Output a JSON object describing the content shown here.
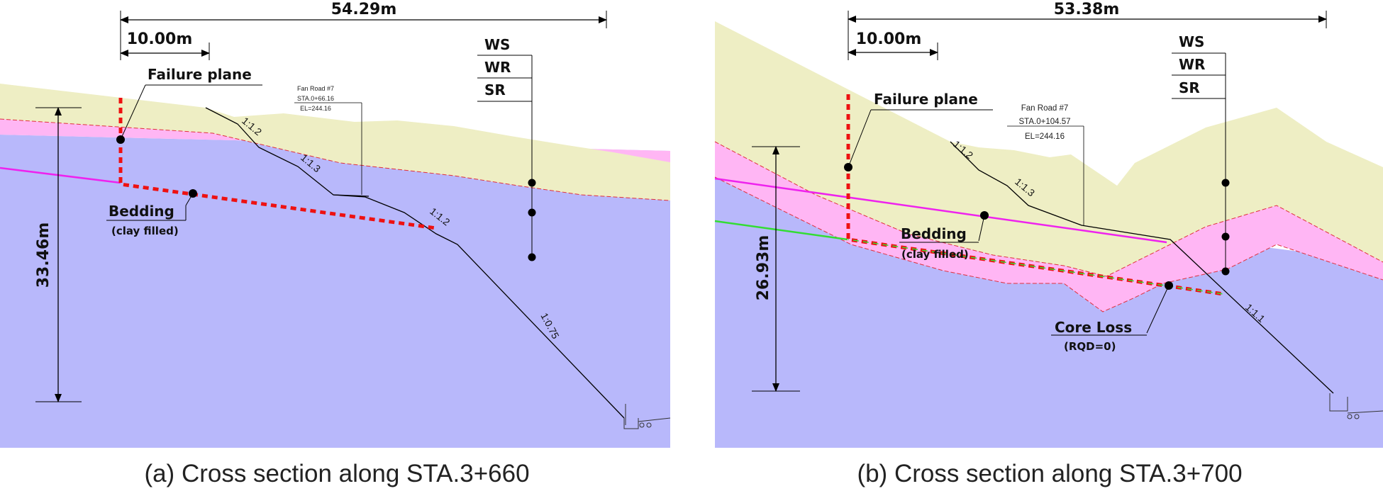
{
  "panel_a": {
    "caption": "(a) Cross section along STA.3+660",
    "total_width": "54.29m",
    "scale_width": "10.00m",
    "height": "33.46m",
    "failure_plane": "Failure plane",
    "bedding": "Bedding",
    "bedding_note": "(clay filled)",
    "legend": [
      "WS",
      "WR",
      "SR"
    ],
    "road_title": "Fan Road #7",
    "road_sta": "STA.0+66.16",
    "road_el": "EL=244.16",
    "slopes": [
      "1:1.2",
      "1:1.3",
      "1:1.2",
      "1:0.75"
    ]
  },
  "panel_b": {
    "caption": "(b) Cross section along STA.3+700",
    "total_width": "53.38m",
    "scale_width": "10.00m",
    "height": "26.93m",
    "failure_plane": "Failure plane",
    "bedding": "Bedding",
    "bedding_note": "(clay filled)",
    "core_loss": "Core Loss",
    "core_loss_note": "(RQD=0)",
    "legend": [
      "WS",
      "WR",
      "SR"
    ],
    "road_title": "Fan Road #7",
    "road_sta": "STA.0+104.57",
    "road_el": "EL=244.16",
    "slopes": [
      "1:1.2",
      "1:1.3",
      "1:1.1"
    ]
  },
  "colors": {
    "weathered_soil": "#eeeec4",
    "weathered_rock": "#ffb6f4",
    "soft_rock": "#b8b8fb",
    "failure_plane": "#ee1111",
    "bedding_line": "#ee22ee",
    "green_line": "#33dd33"
  }
}
